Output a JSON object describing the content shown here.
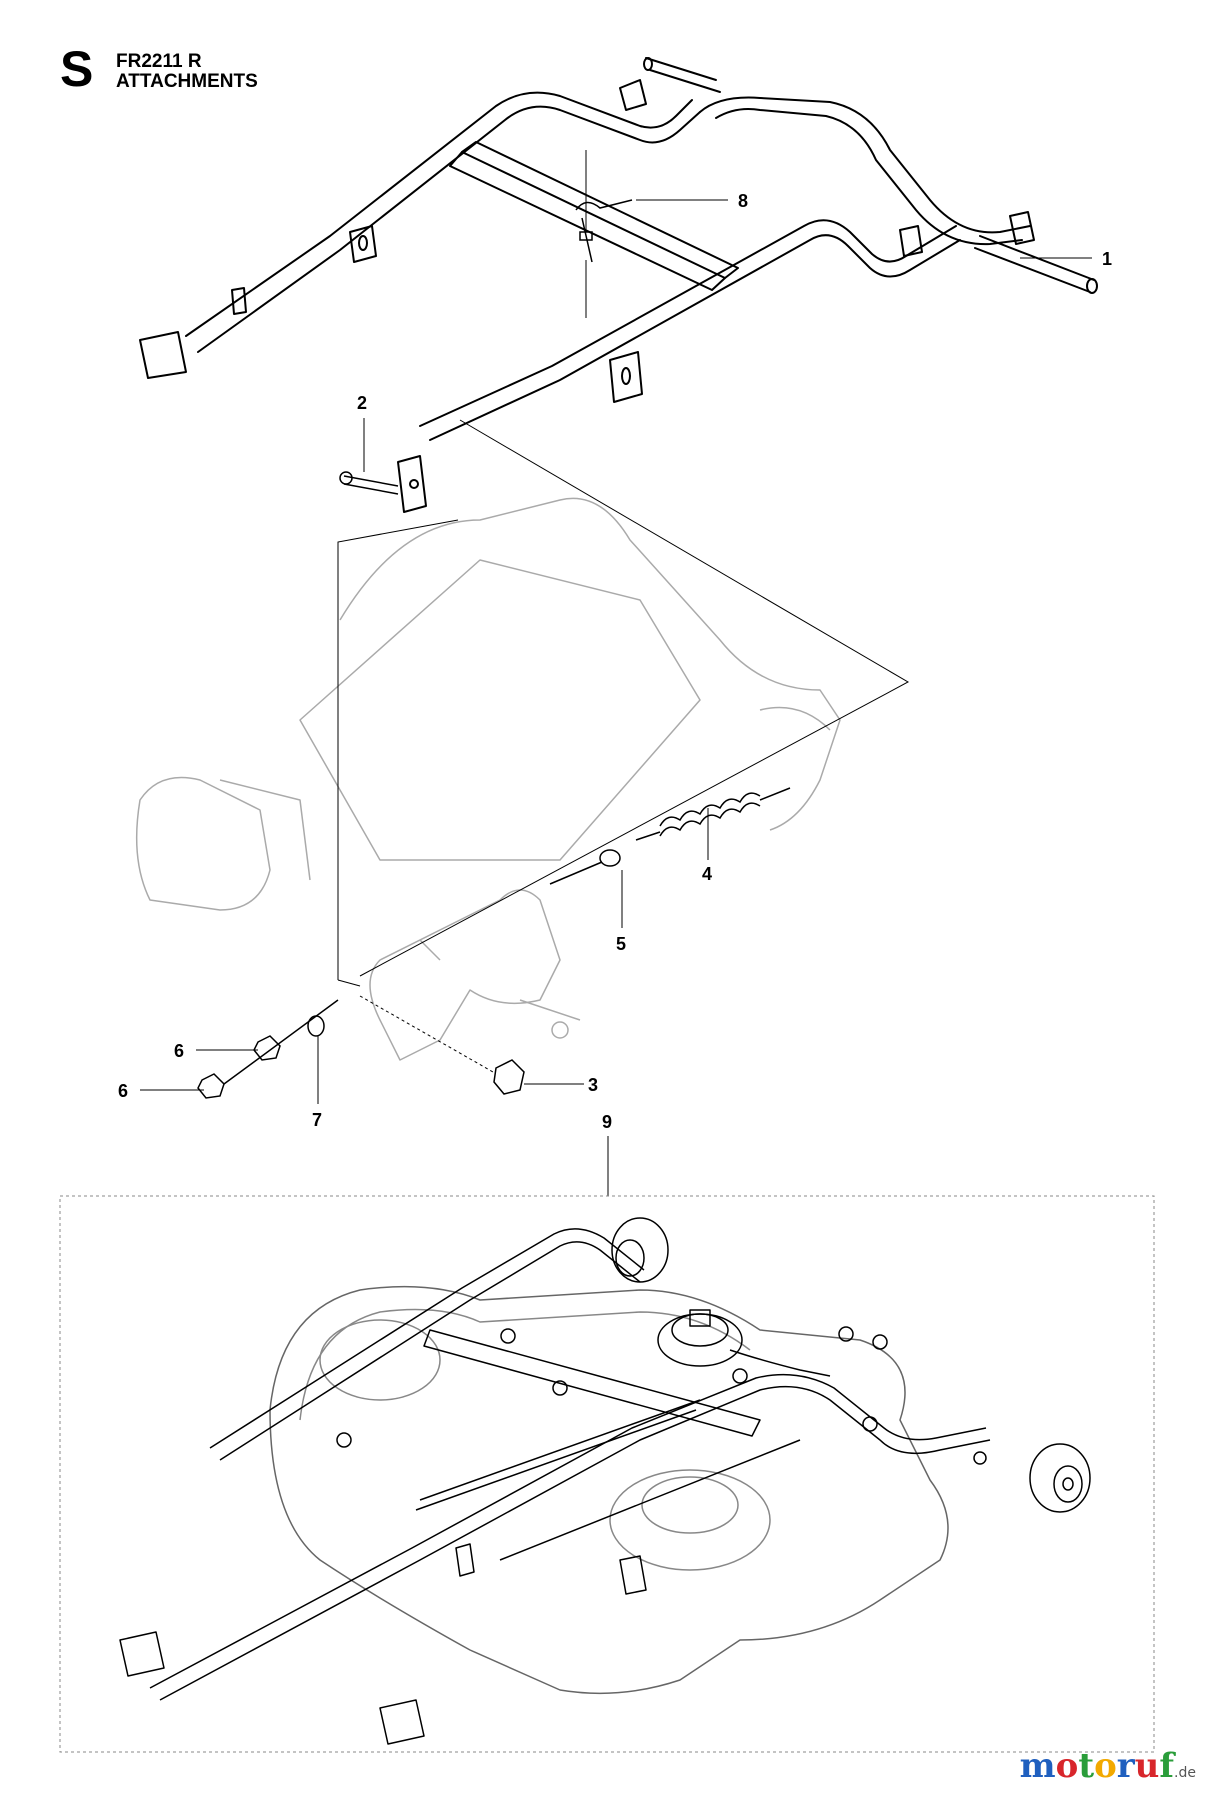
{
  "header": {
    "section_letter": "S",
    "model": "FR2211 R",
    "title": "ATTACHMENTS"
  },
  "callouts": [
    "1",
    "2",
    "3",
    "4",
    "5",
    "6",
    "6",
    "7",
    "8",
    "9"
  ],
  "logo": {
    "letters": [
      "m",
      "o",
      "t",
      "o",
      "r",
      "u",
      "f"
    ],
    "letter_colors": [
      "#1f5fbf",
      "#d8262b",
      "#2a9d3a",
      "#f2a900",
      "#1f5fbf",
      "#d8262b",
      "#2a9d3a"
    ],
    "tld": ".de"
  }
}
